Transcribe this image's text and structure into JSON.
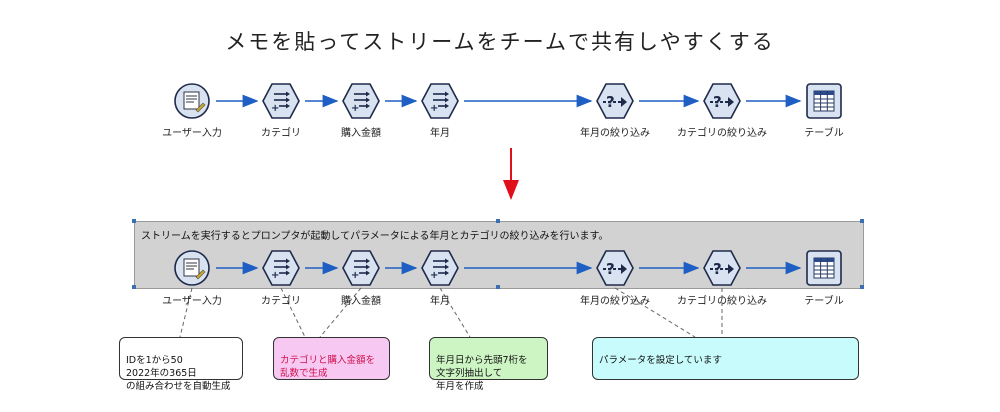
{
  "title": "メモを貼ってストリームをチームで共有しやすくする",
  "top_stream": {
    "nodes": [
      {
        "label": "ユーザー入力",
        "icon": "user-input-icon"
      },
      {
        "label": "カテゴリ",
        "icon": "derive-icon"
      },
      {
        "label": "購入金額",
        "icon": "derive-icon"
      },
      {
        "label": "年月",
        "icon": "derive-icon"
      },
      {
        "label": "年月の絞り込み",
        "icon": "select-icon"
      },
      {
        "label": "カテゴリの絞り込み",
        "icon": "select-icon"
      },
      {
        "label": "テーブル",
        "icon": "table-icon"
      }
    ]
  },
  "bottom_stream": {
    "comment": "ストリームを実行するとプロンプタが起動してパラメータによる年月とカテゴリの絞り込みを行います。",
    "nodes": [
      {
        "label": "ユーザー入力",
        "icon": "user-input-icon"
      },
      {
        "label": "カテゴリ",
        "icon": "derive-icon"
      },
      {
        "label": "購入金額",
        "icon": "derive-icon"
      },
      {
        "label": "年月",
        "icon": "derive-icon"
      },
      {
        "label": "年月の絞り込み",
        "icon": "select-icon"
      },
      {
        "label": "カテゴリの絞り込み",
        "icon": "select-icon"
      },
      {
        "label": "テーブル",
        "icon": "table-icon"
      }
    ]
  },
  "notes": [
    {
      "text": "IDを1から50\n2022年の365日\nの組み合わせを自動生成",
      "bg": "#ffffff",
      "color": "#111111"
    },
    {
      "text": "カテゴリと購入金額を\n乱数で生成",
      "bg": "#f6c8f2",
      "color": "#d0104c"
    },
    {
      "text": "年月日から先頭7桁を\n文字列抽出して\n年月を作成",
      "bg": "#cdf5c4",
      "color": "#111111"
    },
    {
      "text": "パラメータを設定しています",
      "bg": "#c8fbfb",
      "color": "#111111"
    }
  ],
  "colors": {
    "arrow": "#1f5fc4",
    "down_arrow": "#e0101a",
    "hex_fill": "#d8e2f0",
    "hex_stroke": "#1e2a4a"
  }
}
